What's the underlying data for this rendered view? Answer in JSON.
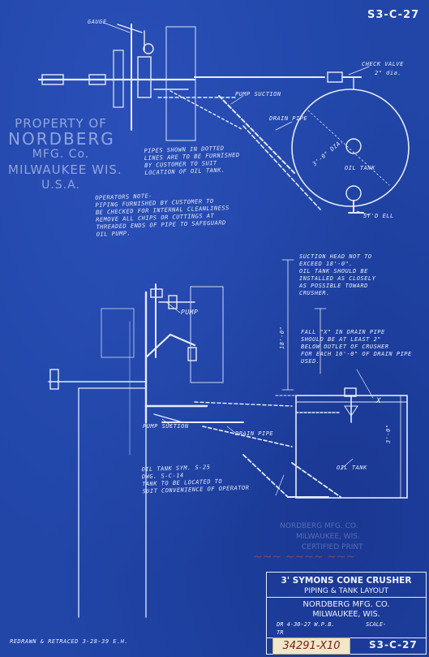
{
  "sheet": {
    "number_top": "S3-C-27",
    "number_bottom": "S3-C-27"
  },
  "property_stamp": {
    "line1": "PROPERTY OF",
    "line2": "NORDBERG",
    "line3": "MFG. Co.",
    "line4": "MILWAUKEE WIS.",
    "line5": "U.S.A."
  },
  "labels": {
    "gauge": "GAUGE",
    "check_valve": "CHECK VALVE",
    "check_valve_size": "2\" dia.",
    "pump_suction_top": "PUMP SUCTION",
    "drain_pipe_top": "DRAIN PIPE",
    "oil_tank_plan": "OIL TANK",
    "diameter": "3'-0\" DIA.",
    "street_ell": "ST'D ELL",
    "dotted_note": "PIPES SHOWN IN DOTTED\nLINES ARE TO BE FURNISHED\nBY CUSTOMER TO SUIT\nLOCATION OF OIL TANK.",
    "operators_note": "OPERATORS NOTE-\nPIPING FURNISHED BY CUSTOMER TO\nBE CHECKED FOR INTERNAL CLEANLINESS\nREMOVE ALL CHIPS OR CUTTINGS AT\nTHREADED ENDS OF PIPE TO SAFEGUARD\nOIL PUMP.",
    "suction_note": "SUCTION HEAD NOT TO\nEXCEED 18'-0\".\nOIL TANK SHOULD BE\nINSTALLED AS CLOSELY\nAS POSSIBLE TOWARD\nCRUSHER.",
    "fall_note": "FALL \"X\" IN DRAIN PIPE\nSHOULD BE AT LEAST 2\"\nBELOW OUTLET OF CRUSHER\nFOR EACH 10'-0\" OF DRAIN PIPE\nUSED.",
    "pump": "PUMP",
    "pump_suction_bottom": "PUMP SUCTION",
    "drain_pipe_bottom": "DRAIN PIPE",
    "oil_tank_elev": "OIL TANK",
    "tank_note": "OIL TANK SYM. S-25\nDWG. S-C-14\nTANK TO BE LOCATED TO\nSUIT CONVENIENCE OF OPERATOR",
    "dim_height": "3'-0\"",
    "dim_vertical": "18'-0\"",
    "x_mark": "X",
    "redrawn": "REDRAWN & RETRACED 3-28-39 E.H."
  },
  "title_block": {
    "title": "3' SYMONS CONE CRUSHER",
    "subtitle": "PIPING & TANK LAYOUT",
    "company": "NORDBERG MFG. CO.",
    "city": "MILWAUKEE, WIS.",
    "drawn": "DR 4-30-27 W.P.B.",
    "scale": "SCALE-",
    "traced": "TR"
  },
  "certified_stamp": {
    "line1": "NORDBERG MFG. CO.",
    "line2": "MILWAUKEE, WIS.",
    "line3": "CERTIFIED PRINT"
  },
  "file_tag": "34291-X10"
}
